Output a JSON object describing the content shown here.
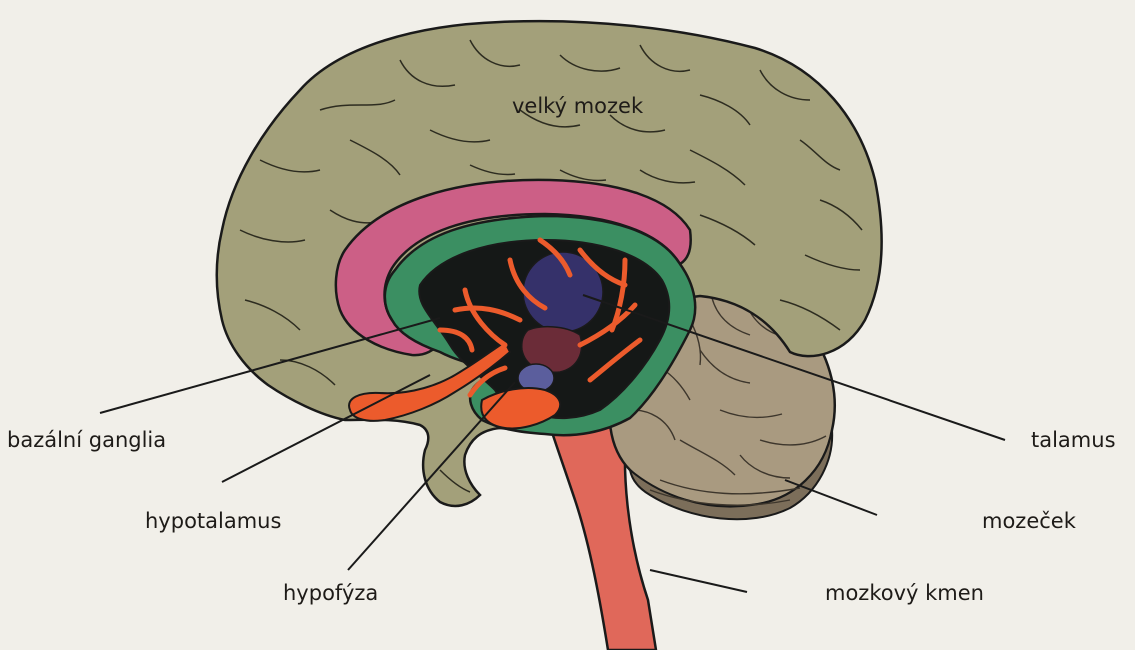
{
  "labels": {
    "cerebrum": "velký mozek",
    "basal_ganglia": "bazální ganglia",
    "hypothalamus": "hypotalamus",
    "pituitary": "hypofýza",
    "thalamus": "talamus",
    "cerebellum": "mozeček",
    "brainstem": "mozkový kmen"
  },
  "colors": {
    "background": "#f1efe9",
    "cerebrum": "#a3a07a",
    "cingulate": "#cc5f86",
    "limbic_ring": "#3b8f62",
    "inner_cavity": "#151817",
    "basal_ganglia": "#ec5b2c",
    "thalamus": "#35316a",
    "pituitary": "#5b5e9d",
    "brainstem": "#e0685a",
    "cerebellum": "#a99a80",
    "outline": "#1a1a1a"
  }
}
